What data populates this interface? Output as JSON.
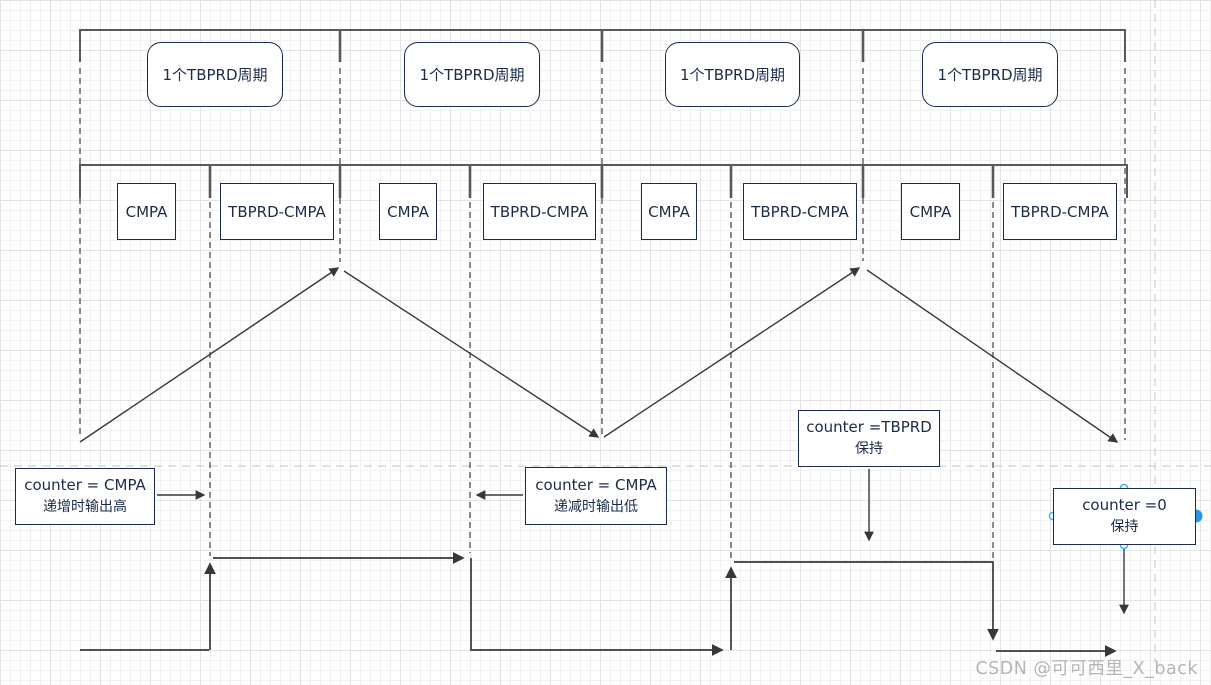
{
  "canvas": {
    "watermark": "CSDN @可可西里_X_back"
  },
  "colors": {
    "shape_border": "#1b2a4e",
    "diagram_line": "#383838",
    "bracket": "#595959",
    "grid_minor": "#f1f1f1",
    "grid_major": "#e4e4e4",
    "page_break_guide": "#cfcfcf",
    "watermark": "#b5b5b5",
    "selection_handle_outline": "#29b6f2",
    "selection_handle_filled": "#2196f3"
  },
  "period_row": {
    "labels": [
      "1个TBPRD周期",
      "1个TBPRD周期",
      "1个TBPRD周期",
      "1个TBPRD周期"
    ]
  },
  "segment_row": {
    "labels": [
      "CMPA",
      "TBPRD-CMPA",
      "CMPA",
      "TBPRD-CMPA",
      "CMPA",
      "TBPRD-CMPA",
      "CMPA",
      "TBPRD-CMPA"
    ]
  },
  "annotations": {
    "cmpa_up": {
      "line1": "counter = CMPA",
      "line2": "递增时输出高"
    },
    "cmpa_down": {
      "line1": "counter = CMPA",
      "line2": "递减时输出低"
    },
    "tbprd_hold": {
      "line1": "counter =TBPRD",
      "line2": "保持"
    },
    "zero_hold": {
      "line1": "counter =0",
      "line2": "保持"
    }
  }
}
